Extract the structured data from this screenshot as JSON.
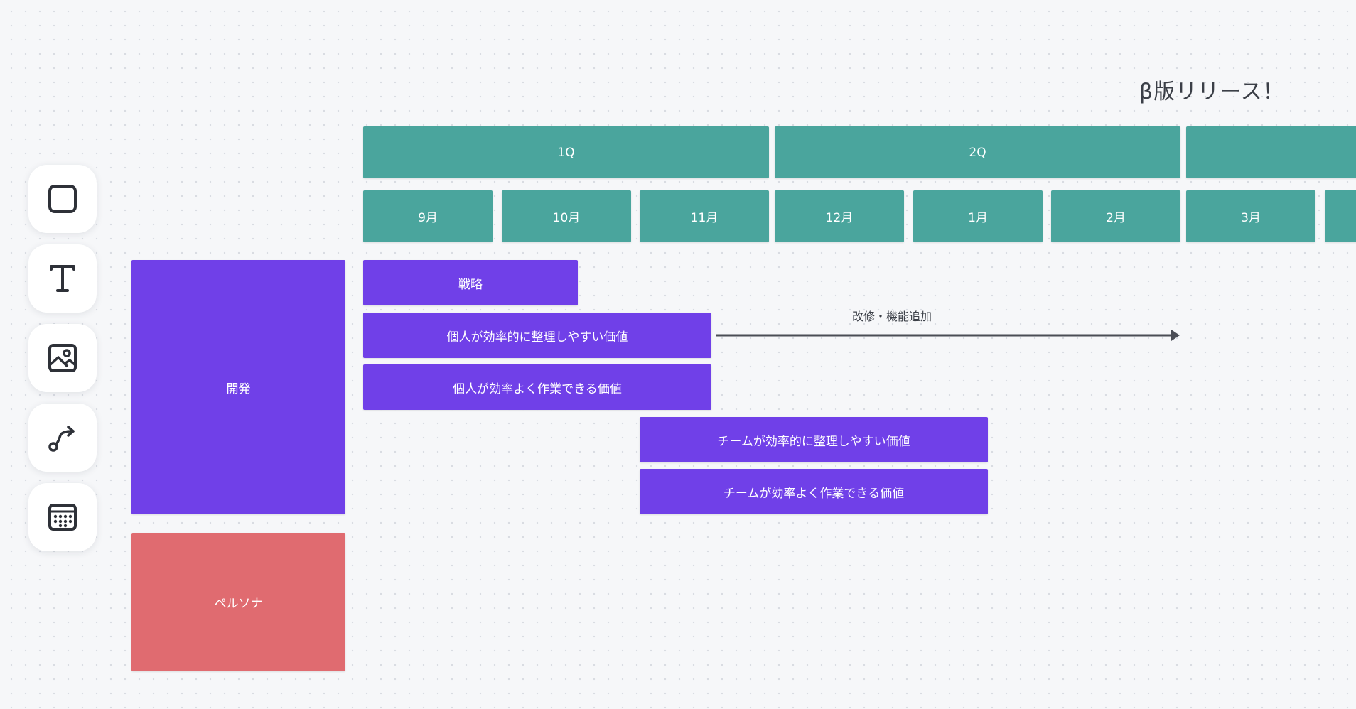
{
  "toolbar": {
    "items": [
      {
        "name": "shape-tool",
        "icon": "rounded-square-icon"
      },
      {
        "name": "text-tool",
        "icon": "text-t-icon"
      },
      {
        "name": "image-tool",
        "icon": "image-icon"
      },
      {
        "name": "connector-tool",
        "icon": "connector-arrow-icon"
      },
      {
        "name": "table-tool",
        "icon": "table-grid-icon"
      }
    ]
  },
  "milestone": {
    "label": "β版リリース！"
  },
  "quarters": [
    {
      "label": "1Q"
    },
    {
      "label": "2Q"
    },
    {
      "label": ""
    }
  ],
  "months": [
    {
      "label": "9月"
    },
    {
      "label": "10月"
    },
    {
      "label": "11月"
    },
    {
      "label": "12月"
    },
    {
      "label": "1月"
    },
    {
      "label": "2月"
    },
    {
      "label": "3月"
    },
    {
      "label": ""
    }
  ],
  "rows": {
    "dev": {
      "label": "開発"
    },
    "persona": {
      "label": "ペルソナ"
    }
  },
  "tasks": {
    "strategy": "戦略",
    "personal_organize": "個人が効率的に整理しやすい価値",
    "personal_work": "個人が効率よく作業できる価値",
    "team_organize": "チームが効率的に整理しやすい価値",
    "team_work": "チームが効率よく作業できる価値"
  },
  "arrow": {
    "label": "改修・機能追加"
  },
  "colors": {
    "teal": "#4aa59d",
    "purple": "#7040e8",
    "red": "#e06b70",
    "canvas": "#f6f7f9",
    "text_dark": "#3b3f47"
  }
}
